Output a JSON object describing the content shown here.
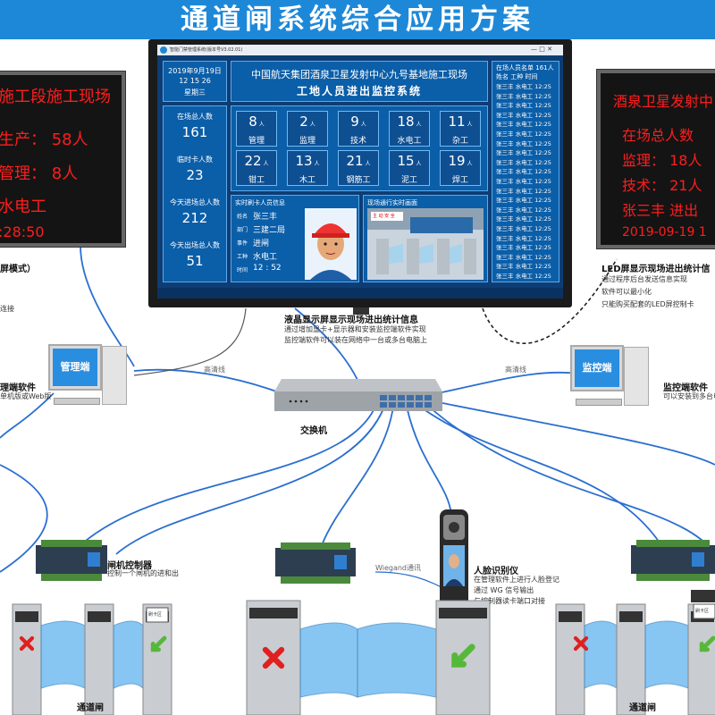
{
  "title": "通道闸系统综合应用方案",
  "led_left": {
    "lines": [
      "施工段施工现场",
      "生产：  58人",
      "管理：   8人",
      "水电工",
      ":28:50"
    ]
  },
  "led_right": {
    "lines": [
      "酒泉卫星发射中",
      "在场总人数",
      "监理：   18人",
      "技术：   21人",
      "张三丰   进出",
      "2019-09-19  1"
    ]
  },
  "monitor": {
    "window_title": "智能门禁管理系统(版本号V3.02.01)",
    "date": "2019年9月19日",
    "time": "12  15  26",
    "weekday": "星期三",
    "header_line1": "中国航天集团酒泉卫星发射中心九号基地施工现场",
    "header_line2": "工地人员进出监控系统",
    "stats": [
      {
        "label": "在场总人数",
        "value": "161"
      },
      {
        "label": "临时卡人数",
        "value": "23"
      },
      {
        "label": "今天进场总人数",
        "value": "212"
      },
      {
        "label": "今天出场总人数",
        "value": "51"
      }
    ],
    "trades": [
      {
        "count": "8",
        "name": "管理"
      },
      {
        "count": "2",
        "name": "监理"
      },
      {
        "count": "9",
        "name": "技术"
      },
      {
        "count": "18",
        "name": "水电工"
      },
      {
        "count": "11",
        "name": "杂工"
      },
      {
        "count": "22",
        "name": "钳工"
      },
      {
        "count": "13",
        "name": "木工"
      },
      {
        "count": "21",
        "name": "钢筋工"
      },
      {
        "count": "15",
        "name": "泥工"
      },
      {
        "count": "19",
        "name": "焊工"
      }
    ],
    "unit": "人",
    "roster_title": "在场人员名单",
    "roster_count": "161人",
    "roster_headers": [
      "姓名",
      "工种",
      "时间"
    ],
    "roster_rows": [
      [
        "张三丰",
        "水电工",
        "12:25"
      ],
      [
        "张三丰",
        "水电工",
        "12:25"
      ],
      [
        "张三丰",
        "水电工",
        "12:25"
      ],
      [
        "张三丰",
        "水电工",
        "12:25"
      ],
      [
        "张三丰",
        "水电工",
        "12:25"
      ],
      [
        "张三丰",
        "水电工",
        "12:25"
      ],
      [
        "张三丰",
        "水电工",
        "12:25"
      ],
      [
        "张三丰",
        "水电工",
        "12:25"
      ],
      [
        "张三丰",
        "水电工",
        "12:25"
      ],
      [
        "张三丰",
        "水电工",
        "12:25"
      ],
      [
        "张三丰",
        "水电工",
        "12:25"
      ],
      [
        "张三丰",
        "水电工",
        "12:25"
      ],
      [
        "张三丰",
        "水电工",
        "12:25"
      ],
      [
        "张三丰",
        "水电工",
        "12:25"
      ],
      [
        "张三丰",
        "水电工",
        "12:25"
      ],
      [
        "张三丰",
        "水电工",
        "12:25"
      ],
      [
        "张三丰",
        "水电工",
        "12:25"
      ],
      [
        "张三丰",
        "水电工",
        "12:25"
      ],
      [
        "张三丰",
        "水电工",
        "12:25"
      ],
      [
        "张三丰",
        "水电工",
        "12:25"
      ],
      [
        "张三丰",
        "水电工",
        "12:25"
      ]
    ],
    "swipe_title": "实时刷卡人员信息",
    "swipe_fields": [
      {
        "k": "姓名",
        "v": "张三丰"
      },
      {
        "k": "部门",
        "v": "三建二局"
      },
      {
        "k": "事件",
        "v": "进闸"
      },
      {
        "k": "工种",
        "v": "水电工"
      },
      {
        "k": "时间",
        "v": "12 : 52"
      }
    ],
    "video_title": "现场通行实时画面",
    "video_sign": "主 动 安 全"
  },
  "monitor_caption": {
    "title": "液晶显示屏显示现场进出统计信息",
    "lines": [
      "通过增加显卡+显示器和安装监控端软件实现",
      "监控端软件可以装在网络中一台或多台电脑上"
    ]
  },
  "led_left_caption": {
    "title": "屏模式）",
    "lines": [
      "连接"
    ]
  },
  "led_right_caption": {
    "title": "LED屏显示现场进出统计信",
    "lines": [
      "通过程序后台发送信息实现",
      "软件可以最小化",
      "只能购买配套的LED屏控制卡"
    ]
  },
  "pc_left": {
    "screen_label": "管理端",
    "title": "理端软件",
    "sub": "单机版或Web版"
  },
  "pc_right": {
    "screen_label": "监控端",
    "title": "监控端软件",
    "sub": "可以安装到多台电"
  },
  "cable_left": "高清线",
  "cable_right": "高清线",
  "switch_label": "交换机",
  "controller": {
    "title": "闸机控制器",
    "sub": "控制一个闸机的进和出"
  },
  "wiegand": "Wiegand通讯",
  "face": {
    "title": "人脸识别仪",
    "lines": [
      "在管理软件上进行人脸登记",
      "通过 WG 信号输出",
      "与控制器读卡端口对接"
    ]
  },
  "card_reader_text": "刷卡区",
  "gate_label": "通道闸",
  "colors": {
    "banner": "#1e88d8",
    "panel": "#0b5ea8",
    "led_text": "#ff1d1d",
    "cable": "#2a6fd0"
  }
}
